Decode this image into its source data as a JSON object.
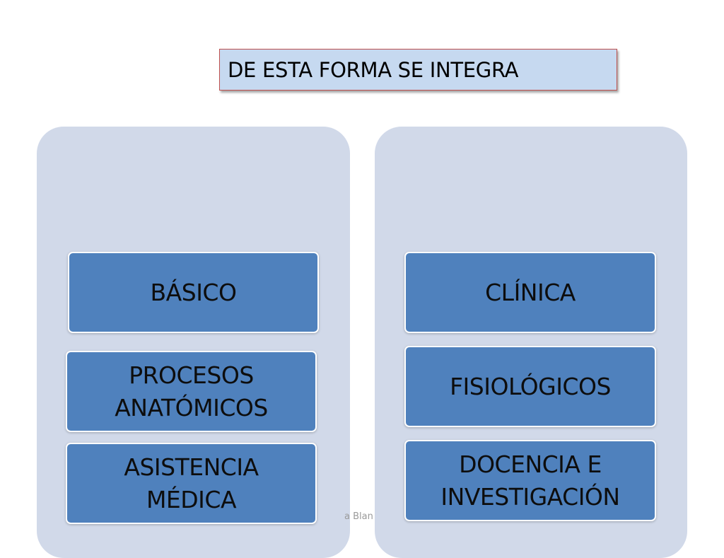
{
  "title": "DE ESTA FORMA SE INTEGRA",
  "left_column": {
    "boxes": [
      {
        "label": "BÁSICO"
      },
      {
        "label": "PROCESOS ANATÓMICOS"
      },
      {
        "label": "ASISTENCIA MÉDICA"
      }
    ]
  },
  "right_column": {
    "boxes": [
      {
        "label": "CLÍNICA"
      },
      {
        "label": "FISIOLÓGICOS"
      },
      {
        "label": "DOCENCIA E INVESTIGACIÓN"
      }
    ]
  },
  "footer": {
    "partial_text": "a Blan"
  },
  "colors": {
    "title_fill": "#c6d9f0",
    "title_border": "#c0504d",
    "panel_fill": "#d1d9e9",
    "box_fill": "#4f81bd",
    "box_border": "#ffffff"
  }
}
